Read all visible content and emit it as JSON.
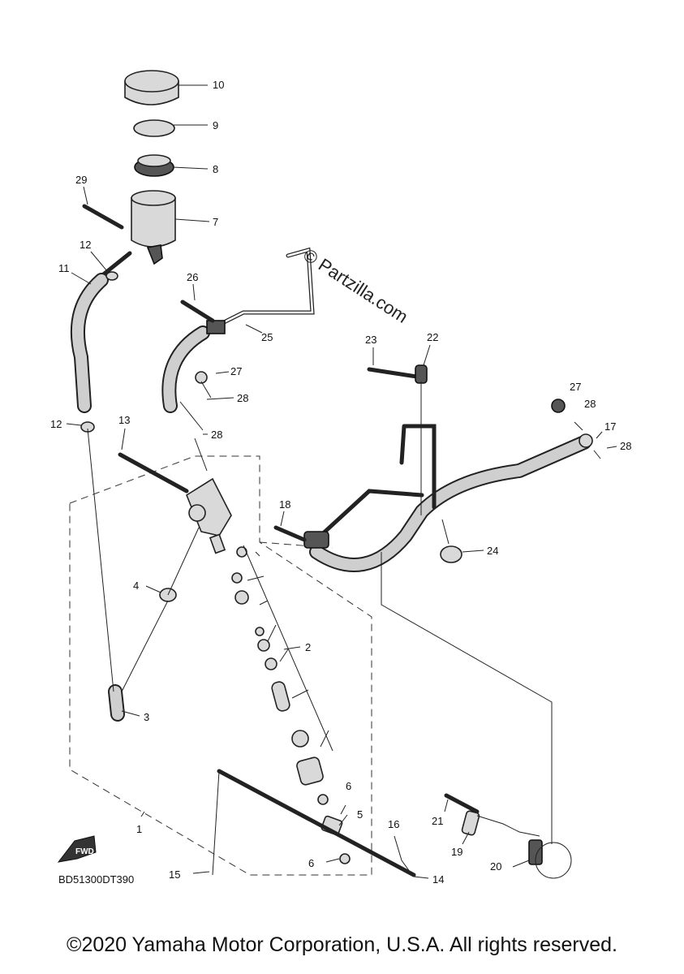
{
  "diagram": {
    "watermark": "© Partzilla.com",
    "diagram_code": "BD51300DT390",
    "fwd_label": "FWD",
    "copyright": "©2020 Yamaha Motor Corporation, U.S.A. All rights reserved.",
    "callouts": [
      "1",
      "2",
      "3",
      "4",
      "5",
      "6",
      "6",
      "7",
      "8",
      "9",
      "10",
      "11",
      "12",
      "12",
      "13",
      "14",
      "15",
      "16",
      "17",
      "18",
      "19",
      "20",
      "21",
      "22",
      "23",
      "24",
      "25",
      "26",
      "27",
      "27",
      "28",
      "28",
      "28",
      "28",
      "29"
    ]
  }
}
